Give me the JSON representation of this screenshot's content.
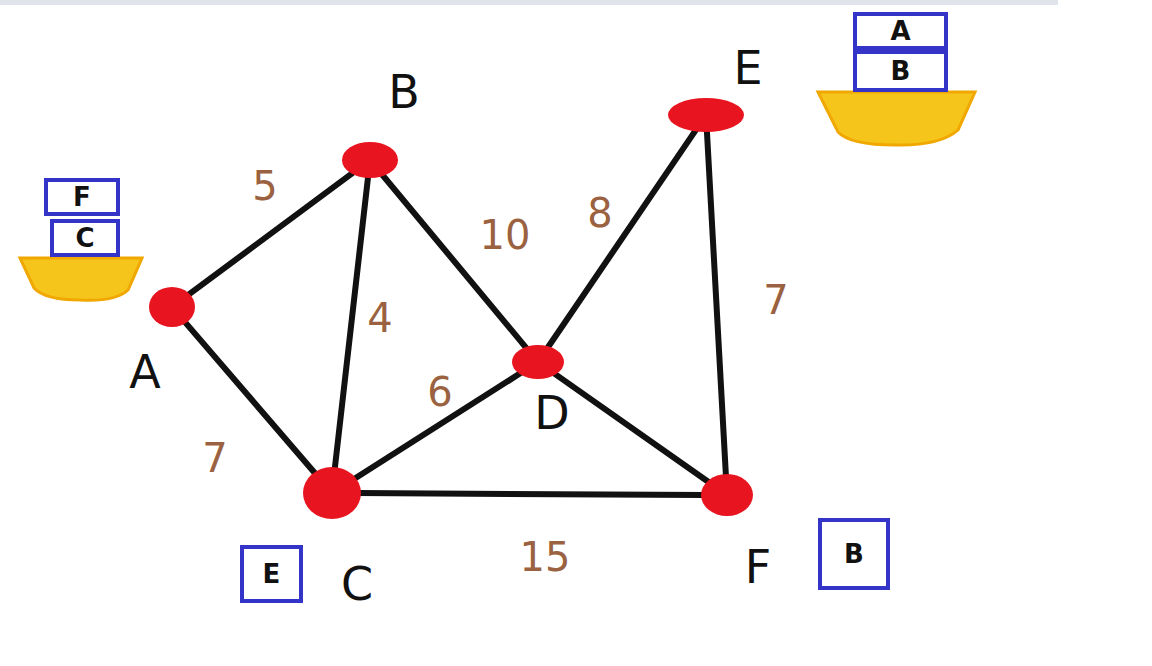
{
  "diagram": {
    "nodes": [
      {
        "text": [
          "A"
        ]
      },
      {
        "text": [
          "B"
        ]
      },
      {
        "text": [
          "C"
        ]
      },
      {
        "text": [
          "D"
        ]
      },
      {
        "text": [
          "E"
        ]
      },
      {
        "text": [
          "F"
        ]
      },
      {
        "text": [
          "F"
        ]
      },
      {
        "text": [
          "C"
        ]
      },
      {
        "text": [
          "A"
        ]
      },
      {
        "text": [
          "B"
        ]
      },
      {
        "text": [
          "E"
        ]
      },
      {
        "text": [
          "B"
        ]
      }
    ],
    "edges": [
      {
        "from": 0,
        "to": 1,
        "arrow": "none",
        "label": "5"
      },
      {
        "from": 0,
        "to": 2,
        "arrow": "none",
        "label": "7"
      },
      {
        "from": 1,
        "to": 2,
        "arrow": "none",
        "label": "4"
      },
      {
        "from": 1,
        "to": 3,
        "arrow": "none",
        "label": "10"
      },
      {
        "from": 2,
        "to": 3,
        "arrow": "none",
        "label": "6"
      },
      {
        "from": 3,
        "to": 4,
        "arrow": "none",
        "label": "8"
      },
      {
        "from": 4,
        "to": 5,
        "arrow": "none",
        "label": "7"
      },
      {
        "from": 2,
        "to": 5,
        "arrow": "none",
        "label": "15"
      },
      {
        "from": 3,
        "to": 5,
        "arrow": "none"
      }
    ]
  }
}
